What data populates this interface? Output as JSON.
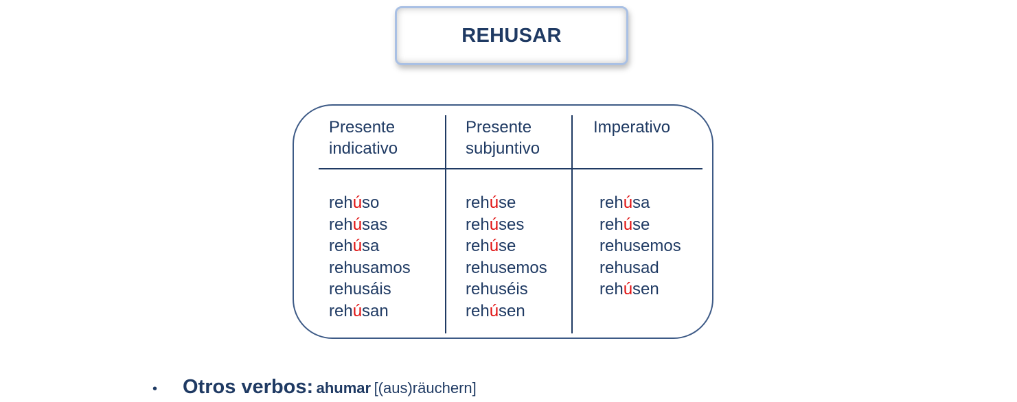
{
  "title": "REHUSAR",
  "columns": [
    {
      "header": "Presente\nindicativo",
      "forms": [
        {
          "pre": "reh",
          "acc": "ú",
          "post": "so"
        },
        {
          "pre": "reh",
          "acc": "ú",
          "post": "sas"
        },
        {
          "pre": "reh",
          "acc": "ú",
          "post": "sa"
        },
        {
          "pre": "rehusamos",
          "acc": "",
          "post": ""
        },
        {
          "pre": "rehusáis",
          "acc": "",
          "post": ""
        },
        {
          "pre": "reh",
          "acc": "ú",
          "post": "san"
        }
      ]
    },
    {
      "header": "Presente\nsubjuntivo",
      "forms": [
        {
          "pre": "reh",
          "acc": "ú",
          "post": "se"
        },
        {
          "pre": "reh",
          "acc": "ú",
          "post": "ses"
        },
        {
          "pre": "reh",
          "acc": "ú",
          "post": "se"
        },
        {
          "pre": "rehusemos",
          "acc": "",
          "post": ""
        },
        {
          "pre": "rehuséis",
          "acc": "",
          "post": ""
        },
        {
          "pre": "reh",
          "acc": "ú",
          "post": "sen"
        }
      ]
    },
    {
      "header": "Imperativo",
      "forms": [
        {
          "pre": "reh",
          "acc": "ú",
          "post": "sa"
        },
        {
          "pre": "reh",
          "acc": "ú",
          "post": "se"
        },
        {
          "pre": "rehusemos",
          "acc": "",
          "post": ""
        },
        {
          "pre": "rehusad",
          "acc": "",
          "post": ""
        },
        {
          "pre": "reh",
          "acc": "ú",
          "post": "sen"
        }
      ]
    }
  ],
  "footer": {
    "bullet": "•",
    "label": "Otros verbos:",
    "verb": "ahumar",
    "translation": "[(aus)räuchern]"
  },
  "colors": {
    "text": "#1f3a63",
    "accent": "#e01010",
    "title_border": "#a9c0e4"
  }
}
